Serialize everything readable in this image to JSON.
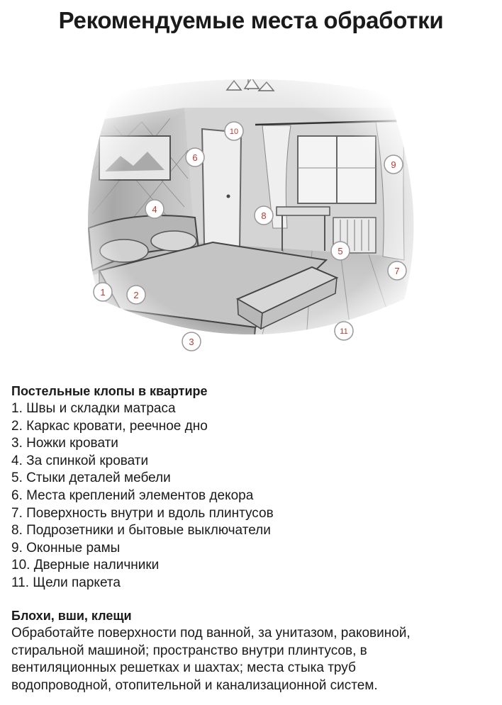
{
  "header": {
    "title": "Рекомендуемые места обработки"
  },
  "illustration": {
    "markers": [
      {
        "label": "1"
      },
      {
        "label": "2"
      },
      {
        "label": "3"
      },
      {
        "label": "4"
      },
      {
        "label": "5"
      },
      {
        "label": "6"
      },
      {
        "label": "7"
      },
      {
        "label": "8"
      },
      {
        "label": "9"
      },
      {
        "label": "10"
      },
      {
        "label": "11"
      }
    ]
  },
  "bedbugs": {
    "heading": "Постельные клопы в квартире",
    "items": [
      "1. Швы и складки матраса",
      "2. Каркас кровати, реечное дно",
      "3. Ножки кровати",
      "4. За спинкой кровати",
      "5. Стыки деталей мебели",
      "6. Места креплений элементов декора",
      "7. Поверхность внутри и вдоль плинтусов",
      "8. Подрозетники и бытовые выключатели",
      "9. Оконные рамы",
      "10. Дверные наличники",
      "11. Щели паркета"
    ]
  },
  "others": {
    "heading": "Блохи, вши, клещи",
    "lines": [
      "Обработайте поверхности под ванной, за унитазом, раковиной,",
      "стиральной машиной; пространство внутри плинтусов, в",
      "вентиляционных решетках и шахтах; места стыка труб",
      "водопроводной, отопительной и канализационной систем."
    ]
  }
}
